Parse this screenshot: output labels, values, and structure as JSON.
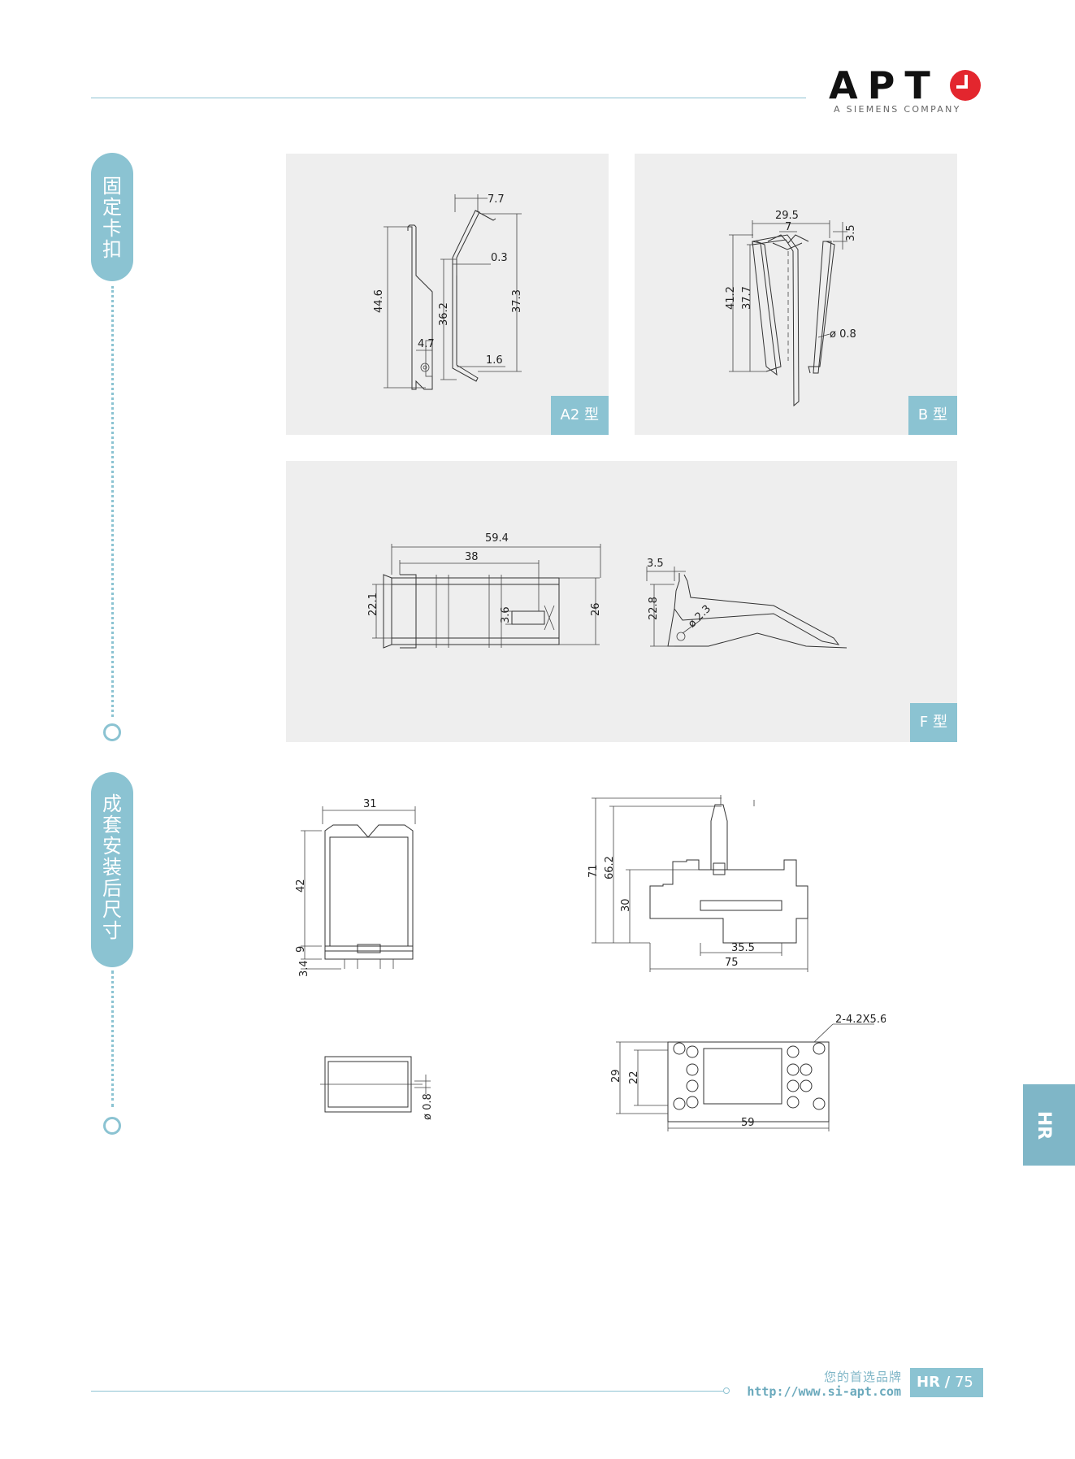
{
  "brand": {
    "name": "APT",
    "subtitle": "A SIEMENS COMPANY"
  },
  "sections": [
    {
      "title_chars": [
        "固",
        "定",
        "卡",
        "扣"
      ]
    },
    {
      "title_chars": [
        "成",
        "套",
        "安",
        "装",
        "后",
        "尺",
        "寸"
      ]
    }
  ],
  "panels": {
    "a2": {
      "tag": "A2 型",
      "dims": [
        "7.7",
        "44.6",
        "36.2",
        "0.3",
        "37.3",
        "4.7",
        "1.6"
      ]
    },
    "b": {
      "tag": "B 型",
      "dims": [
        "29.5",
        "7",
        "3.5",
        "41.2",
        "37.7",
        "ø 0.8"
      ]
    },
    "f": {
      "tag": "F 型",
      "dims": [
        "59.4",
        "38",
        "3.5",
        "22.1",
        "3.6",
        "26",
        "22.8",
        "ø 2.3"
      ]
    }
  },
  "assembly": {
    "front": [
      "31",
      "42",
      "9",
      "3.4"
    ],
    "bottom": [
      "ø 0.8"
    ],
    "side": [
      "71",
      "66.2",
      "30",
      "35.5",
      "75"
    ],
    "base": [
      "2-4.2X5.6",
      "29",
      "22",
      "59"
    ]
  },
  "side_tab": "HR",
  "footer": {
    "slogan": "您的首选品牌",
    "url": "http://www.si-apt.com",
    "page_section": "HR",
    "page_sep": "/",
    "page_number": "75"
  },
  "colors": {
    "accent": "#8bc3d2",
    "logo_red": "#e3262e"
  }
}
